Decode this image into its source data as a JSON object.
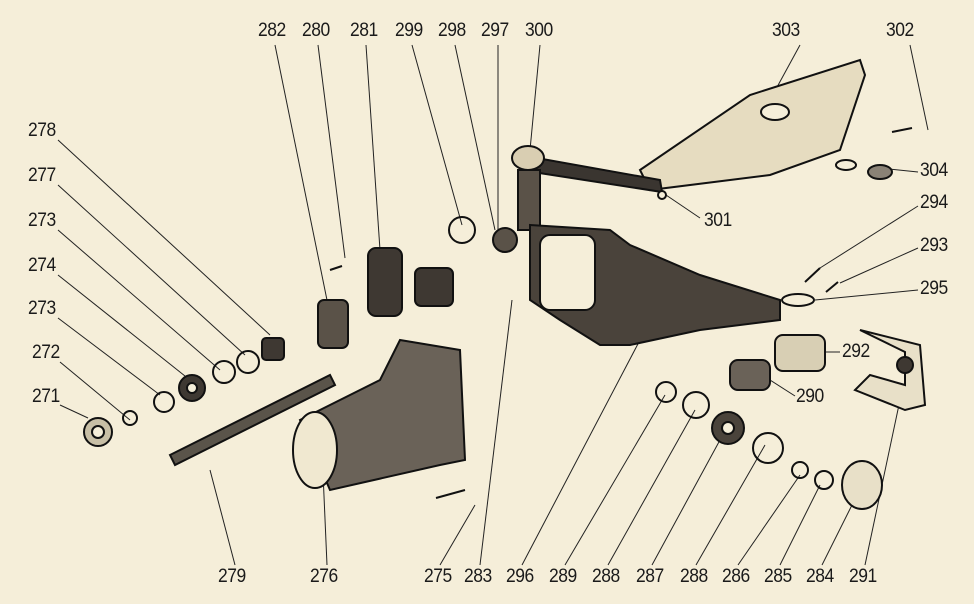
{
  "diagram": {
    "type": "exploded-parts-view",
    "labels_top": [
      "282",
      "280",
      "281",
      "299",
      "298",
      "297",
      "300",
      "303",
      "302"
    ],
    "labels_right": [
      "304",
      "301",
      "294",
      "293",
      "295",
      "292",
      "290"
    ],
    "labels_left": [
      "278",
      "277",
      "273",
      "274",
      "273",
      "272",
      "271"
    ],
    "labels_bottom": [
      "279",
      "276",
      "275",
      "283",
      "296",
      "289",
      "288",
      "287",
      "288",
      "286",
      "285",
      "284",
      "291"
    ]
  }
}
